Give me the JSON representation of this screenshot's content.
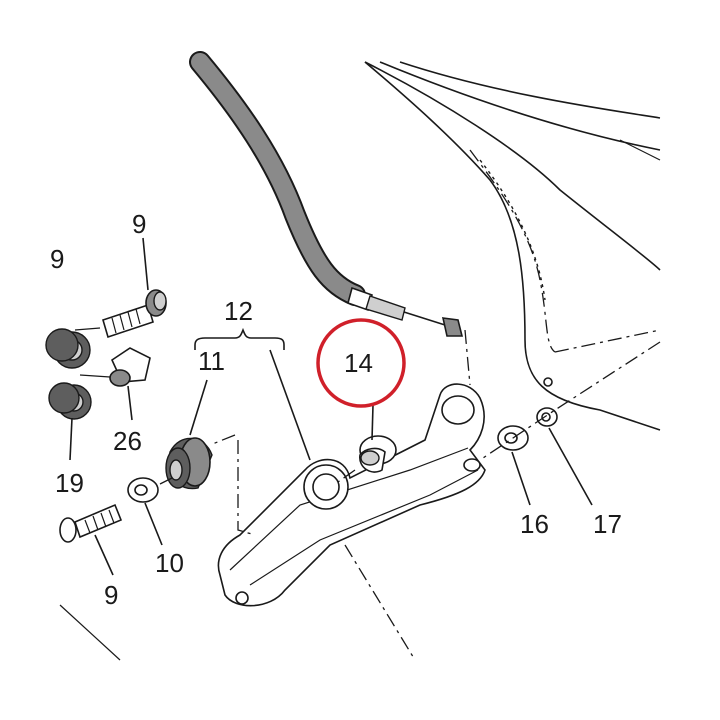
{
  "callouts": [
    {
      "key": "9a",
      "text": "9"
    },
    {
      "key": "9b",
      "text": "9"
    },
    {
      "key": "9c",
      "text": "9"
    },
    {
      "key": "12",
      "text": "12"
    },
    {
      "key": "11",
      "text": "11"
    },
    {
      "key": "14",
      "text": "14"
    },
    {
      "key": "26",
      "text": "26"
    },
    {
      "key": "19",
      "text": "19"
    },
    {
      "key": "10",
      "text": "10"
    },
    {
      "key": "16",
      "text": "16"
    },
    {
      "key": "17",
      "text": "17"
    }
  ],
  "highlight_color": "#d0202a",
  "line_color": "#1a1a1a",
  "part_fill_grey": "#8a8a8a"
}
